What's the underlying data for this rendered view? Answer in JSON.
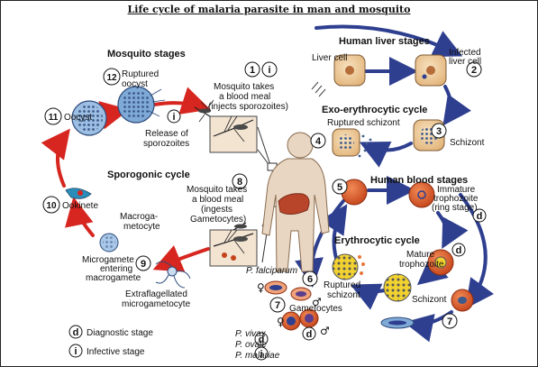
{
  "title": "Life cycle of malaria parasite in man and mosquito",
  "headings": {
    "mosquito_stages": "Mosquito stages",
    "human_liver_stages": "Human liver stages",
    "exo_cycle": "Exo-erythrocytic cycle",
    "sporogonic_cycle": "Sporogonic cycle",
    "human_blood_stages": "Human blood stages",
    "erythrocytic_cycle": "Erythrocytic cycle"
  },
  "labels": {
    "ruptured_oocyst": [
      "Ruptured",
      "oocyst"
    ],
    "oocyst": "Oocyst",
    "release_sporozoites": [
      "Release of",
      "sporozoites"
    ],
    "blood_meal_1": [
      "Mosquito takes",
      "a blood meal",
      "(injects sporozoites)"
    ],
    "liver_cell": "Liver cell",
    "infected_liver_cell": [
      "Infected",
      "liver cell"
    ],
    "ruptured_schizont": "Ruptured schizont",
    "schizont": "Schizont",
    "ookinete": "Ookinete",
    "blood_meal_2": [
      "Mosquito takes",
      "a blood meal",
      "(ingests",
      "Gametocytes)"
    ],
    "immature_trophozoite": [
      "Immature",
      "trophozoite",
      "(ring stage)"
    ],
    "macrogametocyte": [
      "Macroga-",
      "metocyte"
    ],
    "microgamete": [
      "Microgamete",
      "entering",
      "macrogamete"
    ],
    "mature_trophozoite": [
      "Mature",
      "trophozoite"
    ],
    "schizont_blood": "Schizont",
    "exflagellated": [
      "Extraflagellated",
      "microgametocyte"
    ],
    "p_falciparum": "P. falciparum",
    "ruptured_schizont_blood": [
      "Ruptured",
      "schizont"
    ],
    "gametocytes": "Gametocytes",
    "p_vivax": "P. vivax",
    "p_ovale": "P. ovale",
    "p_malariae": "P. malariae",
    "legend_diagnostic": "Diagnostic stage",
    "legend_infective": "Infective stage"
  },
  "markers": {
    "m1": "1",
    "i1": "i",
    "m2": "2",
    "m3": "3",
    "m4": "4",
    "m5": "5",
    "m6": "6",
    "m7a": "7",
    "m7b": "7",
    "m8": "8",
    "m9": "9",
    "m10": "10",
    "m11": "11",
    "m12": "12",
    "i_release": "i",
    "d_ring": "d",
    "d_mature": "d",
    "d_gameto": "d",
    "legend_d": "d",
    "legend_i": "i",
    "female": "♀",
    "male": "♂",
    "female2": "♀",
    "male2": "♂"
  },
  "colors": {
    "blue_arrow": "#2e3f8f",
    "red_arrow": "#d6261f",
    "rbc": "#d9531f",
    "human_body": "#e8d6c2",
    "liver": "#b8442a",
    "oocyst": "#7fa9d6",
    "schizont": "#e8c12a"
  }
}
